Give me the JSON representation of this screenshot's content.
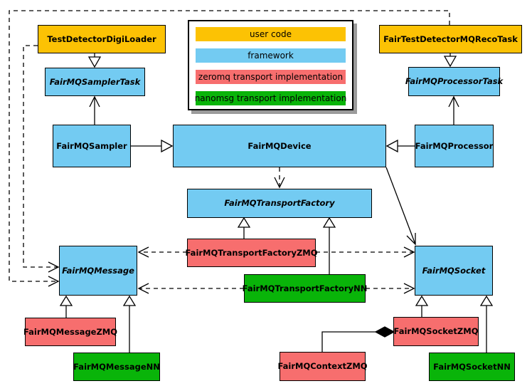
{
  "diagram": {
    "kind": "uml-class-diagram",
    "subject": "FairMQ framework class relationships"
  },
  "colors": {
    "user_code": "#fcc204",
    "framework": "#73cbf2",
    "zeromq": "#f76e6e",
    "nanomsg": "#09b409",
    "line": "#000000",
    "legend_shadow": "#9b9b9b"
  },
  "legend": {
    "items": [
      {
        "label": "user code",
        "category": "user_code"
      },
      {
        "label": "framework",
        "category": "framework"
      },
      {
        "label": "zeromq transport implementation",
        "category": "zeromq"
      },
      {
        "label": "nanomsg transport implementation",
        "category": "nanomsg"
      }
    ]
  },
  "nodes": {
    "digi_loader": {
      "label": "TestDetectorDigiLoader",
      "category": "user_code",
      "abstract": false
    },
    "reco_task": {
      "label": "FairTestDetectorMQRecoTask",
      "category": "user_code",
      "abstract": false
    },
    "sampler_task": {
      "label": "FairMQSamplerTask",
      "category": "framework",
      "abstract": true
    },
    "processor_task": {
      "label": "FairMQProcessorTask",
      "category": "framework",
      "abstract": true
    },
    "sampler": {
      "label": "FairMQSampler",
      "category": "framework",
      "abstract": false
    },
    "device": {
      "label": "FairMQDevice",
      "category": "framework",
      "abstract": false
    },
    "processor": {
      "label": "FairMQProcessor",
      "category": "framework",
      "abstract": false
    },
    "transport_factory": {
      "label": "FairMQTransportFactory",
      "category": "framework",
      "abstract": true
    },
    "transport_factory_zmq": {
      "label": "FairMQTransportFactoryZMQ",
      "category": "zeromq",
      "abstract": false
    },
    "transport_factory_nn": {
      "label": "FairMQTransportFactoryNN",
      "category": "nanomsg",
      "abstract": false
    },
    "message": {
      "label": "FairMQMessage",
      "category": "framework",
      "abstract": true
    },
    "socket": {
      "label": "FairMQSocket",
      "category": "framework",
      "abstract": true
    },
    "message_zmq": {
      "label": "FairMQMessageZMQ",
      "category": "zeromq",
      "abstract": false
    },
    "message_nn": {
      "label": "FairMQMessageNN",
      "category": "nanomsg",
      "abstract": false
    },
    "socket_zmq": {
      "label": "FairMQSocketZMQ",
      "category": "zeromq",
      "abstract": false
    },
    "socket_nn": {
      "label": "FairMQSocketNN",
      "category": "nanomsg",
      "abstract": false
    },
    "context_zmq": {
      "label": "FairMQContextZMQ",
      "category": "zeromq",
      "abstract": false
    }
  },
  "edges": [
    {
      "from": "digi_loader",
      "to": "sampler_task",
      "line": "solid",
      "head": "hollow-triangle"
    },
    {
      "from": "reco_task",
      "to": "processor_task",
      "line": "solid",
      "head": "hollow-triangle"
    },
    {
      "from": "sampler",
      "to": "sampler_task",
      "line": "solid",
      "head": "open-arrow"
    },
    {
      "from": "processor",
      "to": "processor_task",
      "line": "solid",
      "head": "open-arrow"
    },
    {
      "from": "sampler",
      "to": "device",
      "line": "solid",
      "head": "hollow-triangle"
    },
    {
      "from": "processor",
      "to": "device",
      "line": "solid",
      "head": "hollow-triangle"
    },
    {
      "from": "device",
      "to": "transport_factory",
      "line": "dashed",
      "head": "open-arrow"
    },
    {
      "from": "device",
      "to": "socket",
      "line": "solid",
      "head": "open-arrow"
    },
    {
      "from": "transport_factory_zmq",
      "to": "transport_factory",
      "line": "solid",
      "head": "hollow-triangle"
    },
    {
      "from": "transport_factory_nn",
      "to": "transport_factory",
      "line": "solid",
      "head": "hollow-triangle"
    },
    {
      "from": "transport_factory_zmq",
      "to": "message",
      "line": "dashed",
      "head": "open-arrow"
    },
    {
      "from": "transport_factory_nn",
      "to": "message",
      "line": "dashed",
      "head": "open-arrow"
    },
    {
      "from": "transport_factory_zmq",
      "to": "socket",
      "line": "dashed",
      "head": "open-arrow"
    },
    {
      "from": "transport_factory_nn",
      "to": "socket",
      "line": "dashed",
      "head": "open-arrow"
    },
    {
      "from": "digi_loader",
      "to": "message",
      "line": "dashed",
      "head": "open-arrow"
    },
    {
      "from": "reco_task",
      "to": "message",
      "line": "dashed",
      "head": "open-arrow"
    },
    {
      "from": "message_zmq",
      "to": "message",
      "line": "solid",
      "head": "hollow-triangle"
    },
    {
      "from": "message_nn",
      "to": "message",
      "line": "solid",
      "head": "hollow-triangle"
    },
    {
      "from": "socket_zmq",
      "to": "socket",
      "line": "solid",
      "head": "hollow-triangle"
    },
    {
      "from": "socket_nn",
      "to": "socket",
      "line": "solid",
      "head": "hollow-triangle"
    },
    {
      "from": "context_zmq",
      "to": "socket_zmq",
      "line": "solid",
      "head": "filled-diamond"
    }
  ]
}
